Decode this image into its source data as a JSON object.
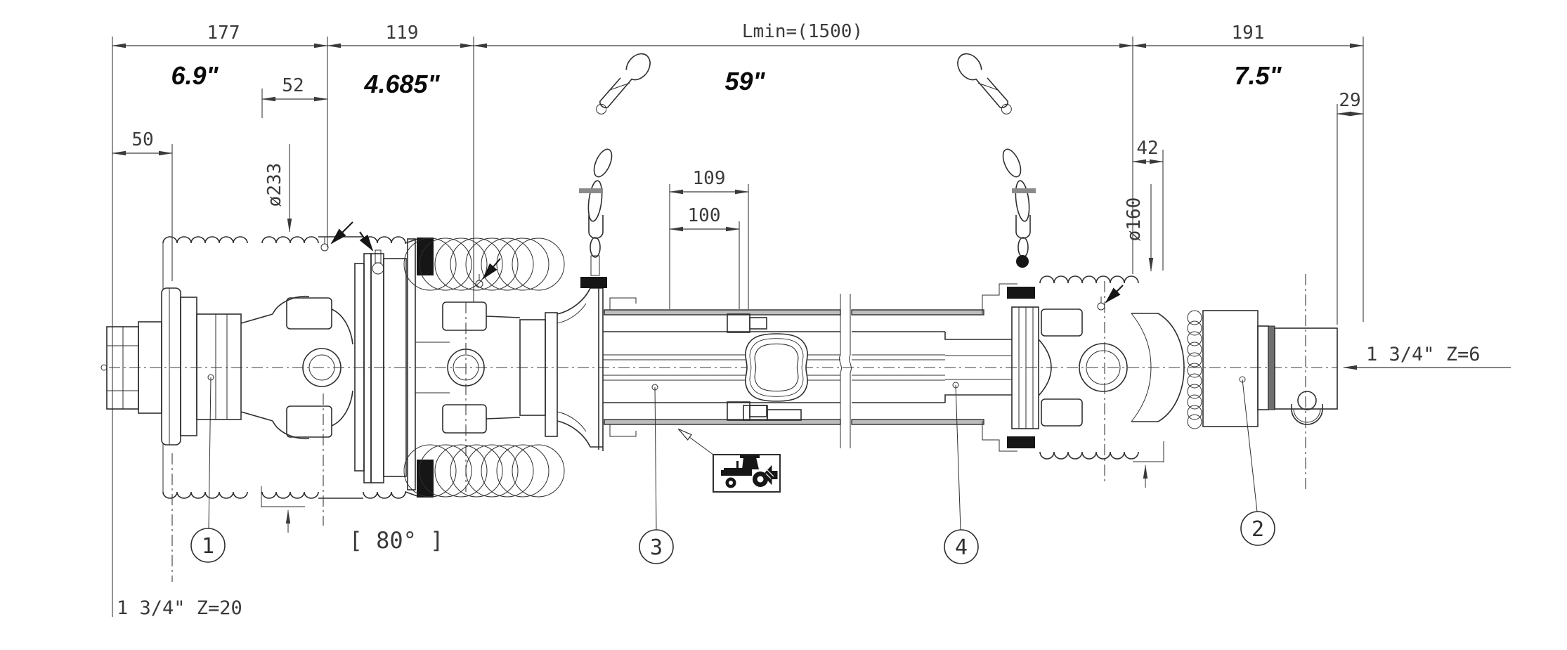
{
  "colors": {
    "background": "#ffffff",
    "line": "#2e2e2e",
    "dim_text": "#3a3a3a",
    "bold_label": "#0a0a0a",
    "guard_gray": "#bdbdbd",
    "black_fill": "#161616"
  },
  "dimensions_top": {
    "seg1": "177",
    "seg2": "119",
    "seg3": "Lmin=(1500)",
    "seg4": "191"
  },
  "inch_labels": {
    "left": "6.9\"",
    "left_mid": "4.685\"",
    "center": "59\"",
    "right": "7.5\""
  },
  "detail_dimensions": {
    "left_end_len": "50",
    "left_guard_width": "52",
    "left_guard_dia": "ø233",
    "tube_dim_outer": "109",
    "tube_dim_inner": "100",
    "right_guard_width": "42",
    "right_guard_dia": "ø160",
    "right_end_len": "29"
  },
  "angle_note": "[ 80° ]",
  "shaft_ends": {
    "tractor_side": "1 3/4\" Z=20",
    "implement_side": "1 3/4\" Z=6"
  },
  "part_balloons": {
    "b1": "1",
    "b2": "2",
    "b3": "3",
    "b4": "4"
  },
  "icons": {
    "tractor": "tractor-icon",
    "direction_arrow": "left-arrow-icon",
    "chain_left": "snap-hook-chain-icon",
    "chain_right": "snap-hook-chain-icon"
  }
}
